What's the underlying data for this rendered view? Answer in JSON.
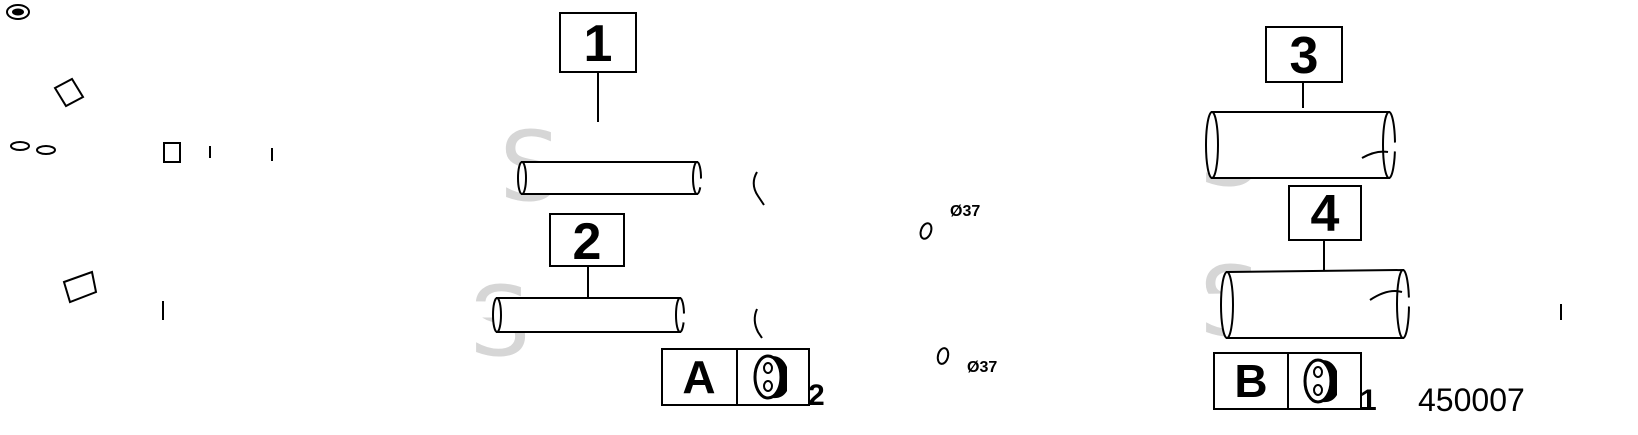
{
  "figure_code": "450007",
  "watermark": "S",
  "parts": [
    {
      "number": "1"
    },
    {
      "number": "2"
    },
    {
      "number": "3"
    },
    {
      "number": "4"
    }
  ],
  "diameters": [
    {
      "label": "Ø37"
    },
    {
      "label": "Ø37"
    }
  ],
  "accessories": [
    {
      "letter": "A",
      "icon": "rubber-hanger-icon",
      "quantity": "2"
    },
    {
      "letter": "B",
      "icon": "rubber-hanger-icon",
      "quantity": "1"
    }
  ]
}
